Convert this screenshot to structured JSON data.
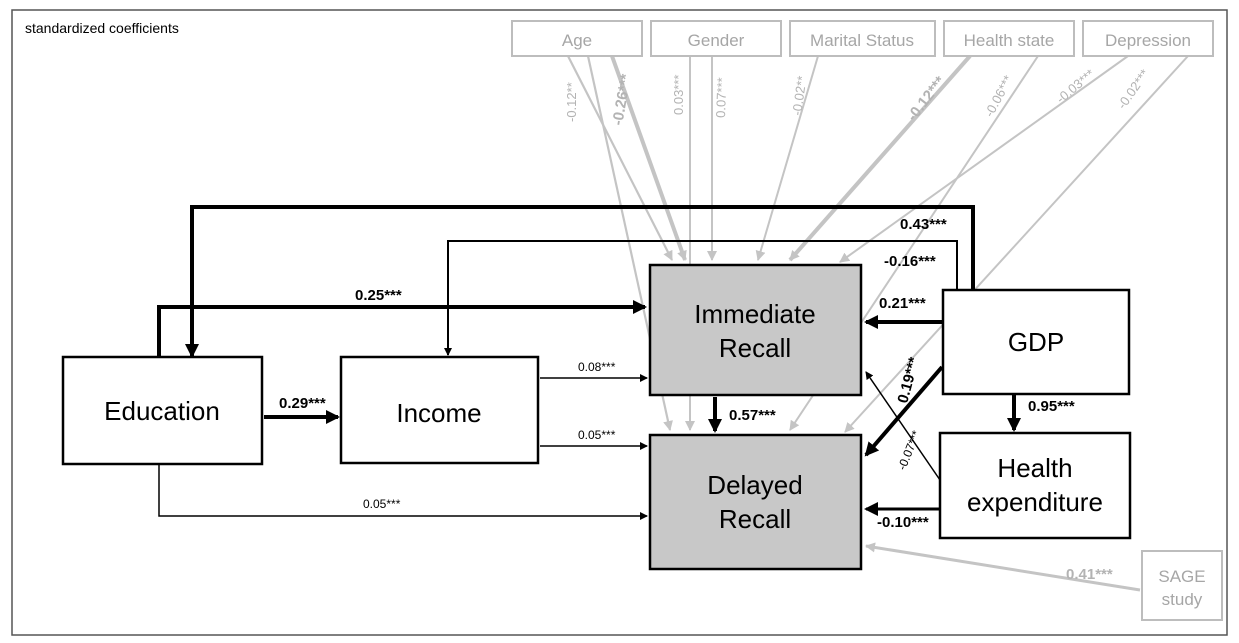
{
  "title": "standardized coefficients",
  "nodes": {
    "education": "Education",
    "income": "Income",
    "immediate_recall": [
      "Immediate",
      "Recall"
    ],
    "delayed_recall": [
      "Delayed",
      "Recall"
    ],
    "gdp": "GDP",
    "health_expenditure": [
      "Health",
      "expenditure"
    ],
    "sage_study": [
      "SAGE",
      "study"
    ]
  },
  "covariates": [
    "Age",
    "Gender",
    "Marital Status",
    "Health state",
    "Depression"
  ],
  "paths": {
    "edu_income": "0.29***",
    "edu_immediate": "0.25***",
    "edu_delayed": "0.05***",
    "income_immediate": "0.08***",
    "income_delayed": "0.05***",
    "immediate_delayed": "0.57***",
    "gdp_education": "0.43***",
    "gdp_income": "-0.16***",
    "gdp_immediate": "0.21***",
    "gdp_delayed": "0.19***",
    "gdp_health": "0.95***",
    "health_immediate": "-0.07***",
    "health_delayed": "-0.10***",
    "sage_delayed": "0.41***"
  },
  "covariate_paths": {
    "age_immediate": "-0.12**",
    "age_delayed": "-0.26***",
    "gender_immediate": "0.03***",
    "gender_delayed": "0.07***",
    "marital_immediate": "-0.02**",
    "health_state_immediate": "-0.12***",
    "health_state_delayed": "-0.06***",
    "depression_immediate": "-0.03***",
    "depression_delayed": "-0.02***"
  },
  "colors": {
    "primary": "#000000",
    "covariate": "#bdbdbd",
    "outcome_fill": "#c8c8c8"
  }
}
